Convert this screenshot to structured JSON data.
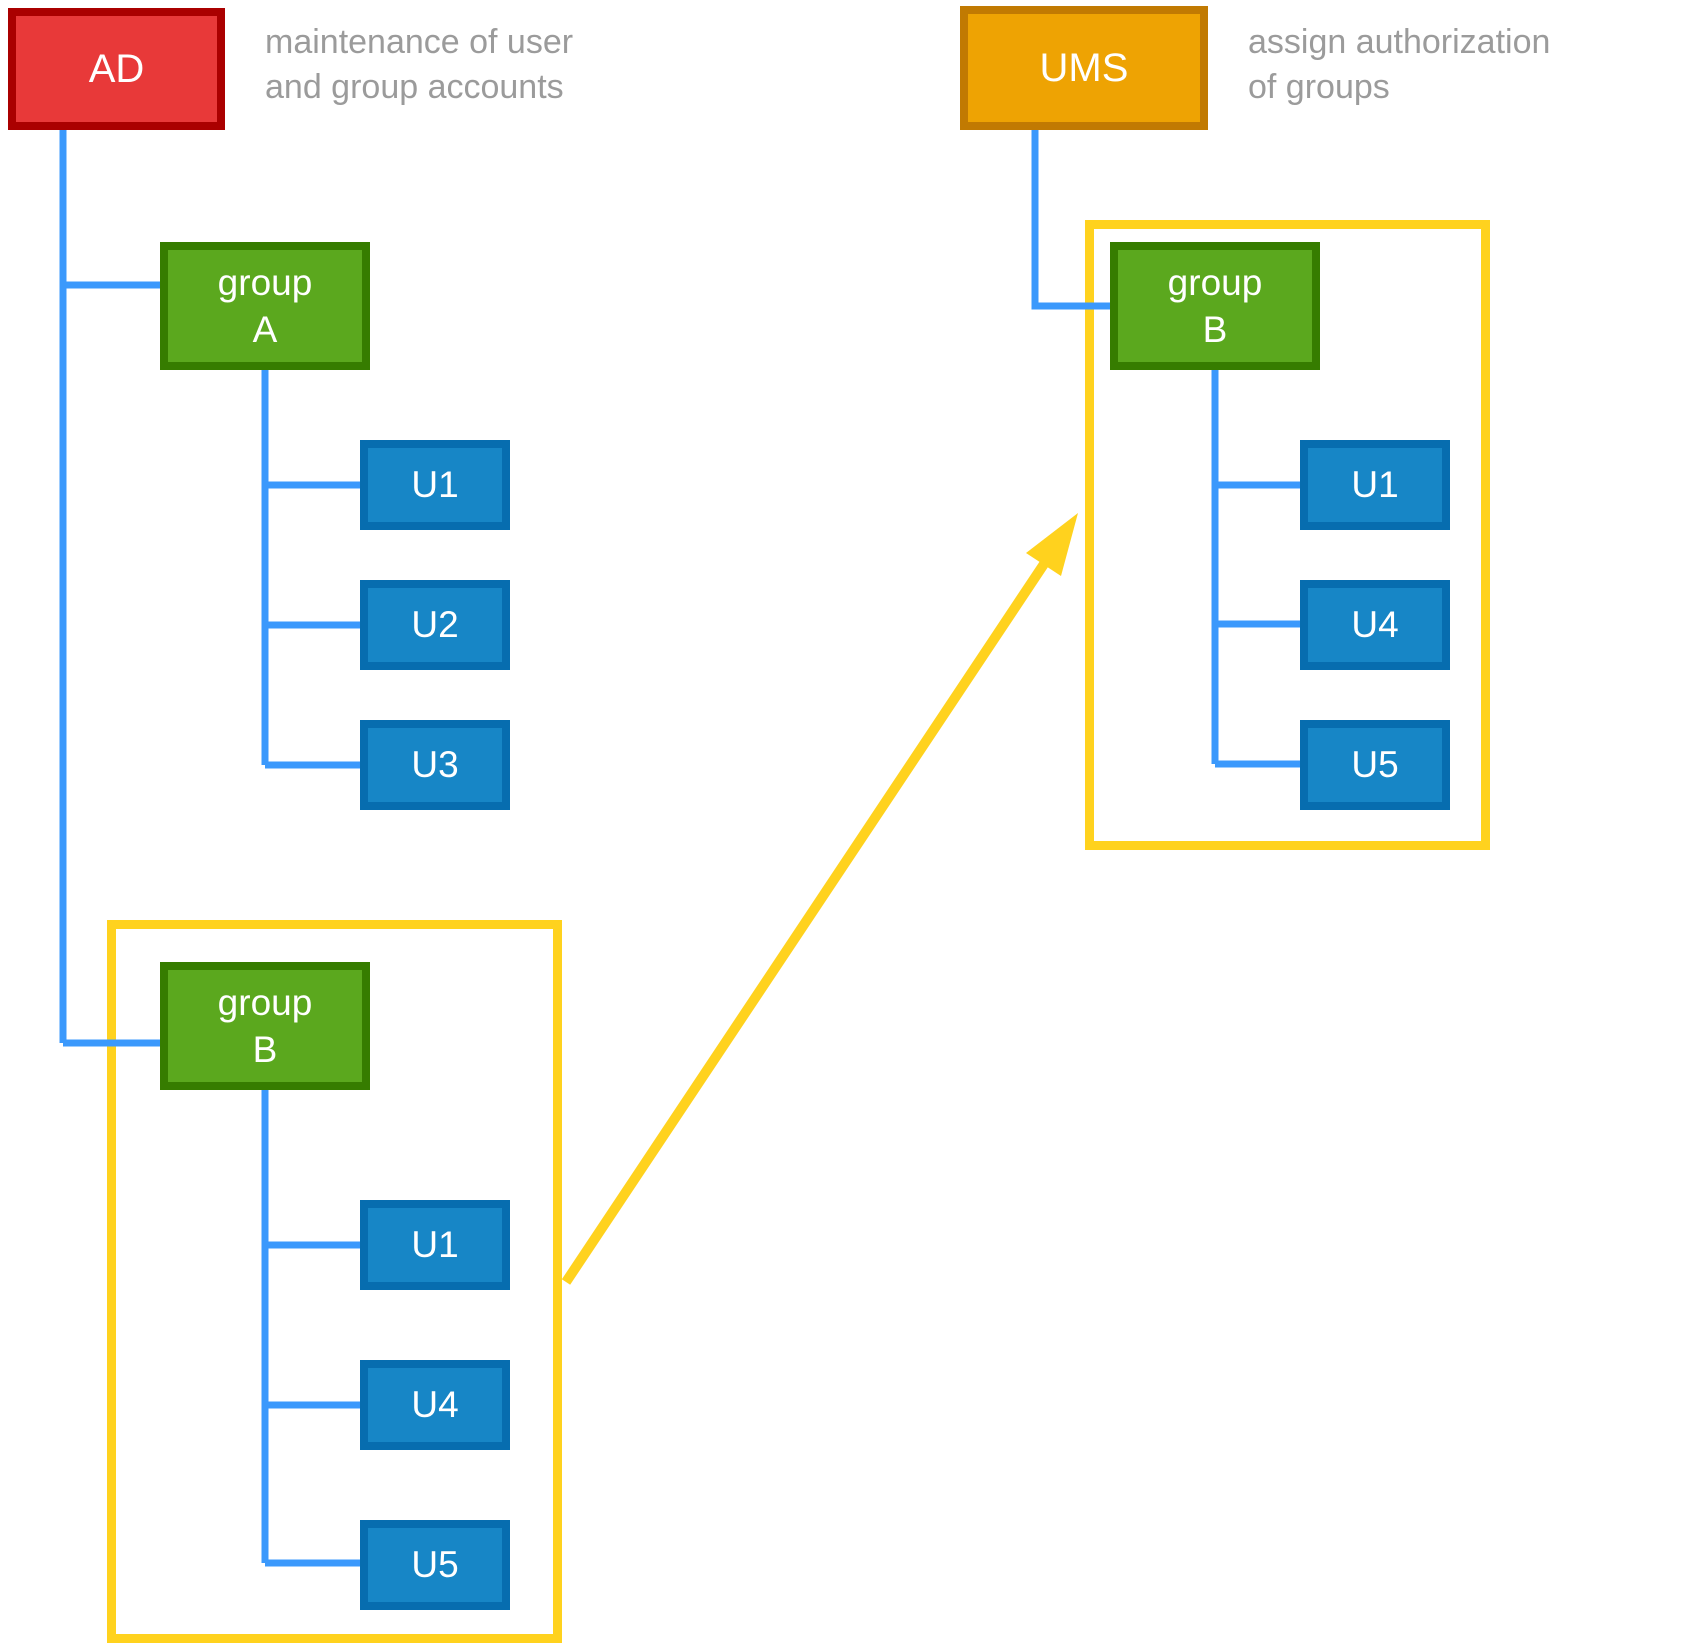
{
  "nodes": {
    "ad": {
      "label": "AD"
    },
    "ums": {
      "label": "UMS"
    },
    "left_group_a": {
      "label": "group\nA"
    },
    "left_group_b": {
      "label": "group\nB"
    },
    "right_group_b": {
      "label": "group\nB"
    },
    "left_group_a_users": [
      "U1",
      "U2",
      "U3"
    ],
    "left_group_b_users": [
      "U1",
      "U4",
      "U5"
    ],
    "right_group_b_users": [
      "U1",
      "U4",
      "U5"
    ]
  },
  "annotations": {
    "ad_note": "maintenance of user\nand group accounts",
    "ums_note": "assign authorization\nof groups"
  },
  "colors": {
    "red_fill": "#E83939",
    "red_border": "#AA0000",
    "orange_fill": "#EEA303",
    "orange_border": "#C17A02",
    "green_fill": "#5BA81E",
    "green_border": "#367C00",
    "blue_fill": "#1786C6",
    "blue_border": "#076DAF",
    "yellow": "#FFD21E",
    "connector": "#3B99FC",
    "note_text": "#9B9B9B"
  }
}
